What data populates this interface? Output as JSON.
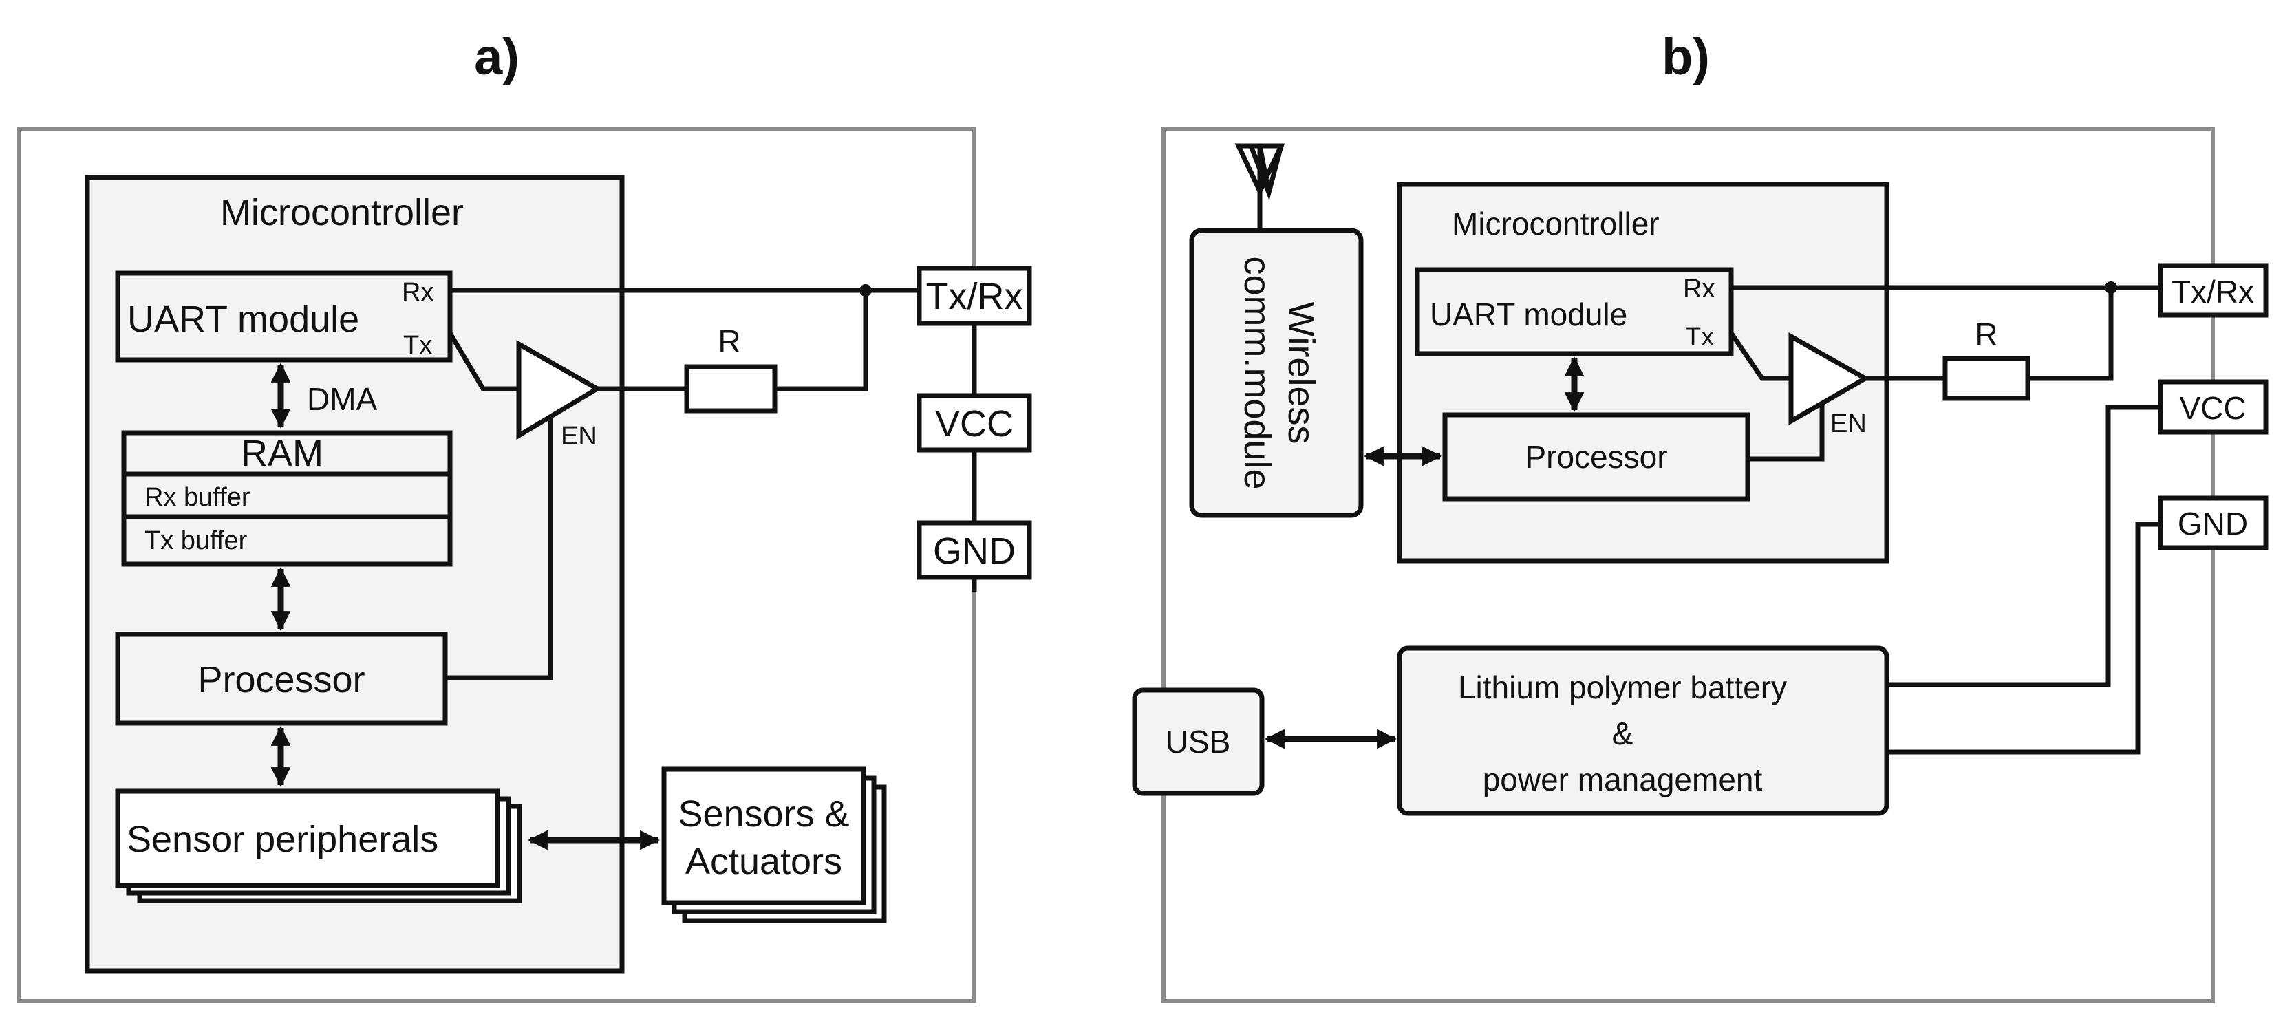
{
  "panel_a": {
    "title": "a)",
    "microcontroller_label": "Microcontroller",
    "uart_label": "UART module",
    "rx_label": "Rx",
    "tx_label": "Tx",
    "dma_label": "DMA",
    "ram_label": "RAM",
    "rx_buffer_label": "Rx buffer",
    "tx_buffer_label": "Tx buffer",
    "processor_label": "Processor",
    "sensor_peripherals_label": "Sensor peripherals",
    "sensors_line1": "Sensors &",
    "sensors_line2": "Actuators",
    "resistor_label": "R",
    "en_label": "EN",
    "txrx_label": "Tx/Rx",
    "vcc_label": "VCC",
    "gnd_label": "GND"
  },
  "panel_b": {
    "title": "b)",
    "wireless_line1": "Wireless",
    "wireless_line2": "comm.module",
    "microcontroller_label": "Microcontroller",
    "uart_label": "UART module",
    "rx_label": "Rx",
    "tx_label": "Tx",
    "processor_label": "Processor",
    "resistor_label": "R",
    "en_label": "EN",
    "txrx_label": "Tx/Rx",
    "vcc_label": "VCC",
    "gnd_label": "GND",
    "usb_label": "USB",
    "battery_line1": "Lithium polymer battery",
    "battery_line2": "&",
    "battery_line3": "power management"
  }
}
